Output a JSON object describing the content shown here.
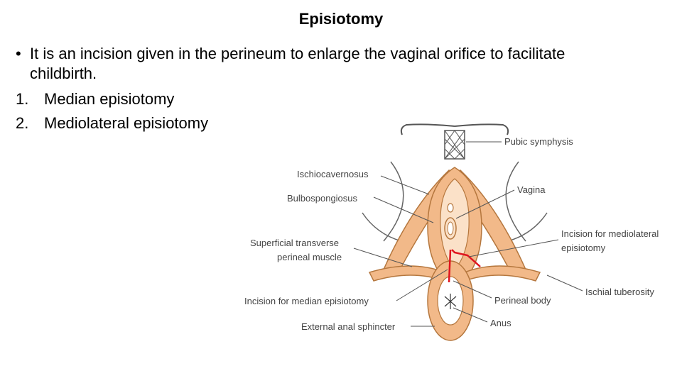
{
  "slide": {
    "title": "Episiotomy",
    "bullet": {
      "marker": "•",
      "text": "It is an incision given in the perineum to enlarge the vaginal orifice to facilitate childbirth."
    },
    "list": [
      {
        "num": "1.",
        "text": "Median episiotomy"
      },
      {
        "num": "2.",
        "text": "Mediolateral episiotomy"
      }
    ]
  },
  "figure": {
    "labels": {
      "pubic_symphysis": "Pubic symphysis",
      "ischiocavernosus": "Ischiocavernosus",
      "bulbospongiosus": "Bulbospongiosus",
      "vagina": "Vagina",
      "superficial_transverse_1": "Superficial transverse",
      "superficial_transverse_2": "perineal muscle",
      "mediolateral_1": "Incision for mediolateral",
      "mediolateral_2": "episiotomy",
      "ischial_tuberosity": "Ischial tuberosity",
      "median_incision": "Incision for median episiotomy",
      "perineal_body": "Perineal body",
      "external_anal_sphincter": "External anal sphincter",
      "anus": "Anus"
    },
    "colors": {
      "muscle_fill": "#f2b989",
      "muscle_stroke": "#b5773e",
      "incision": "#e0141e",
      "leader": "#555555"
    }
  }
}
